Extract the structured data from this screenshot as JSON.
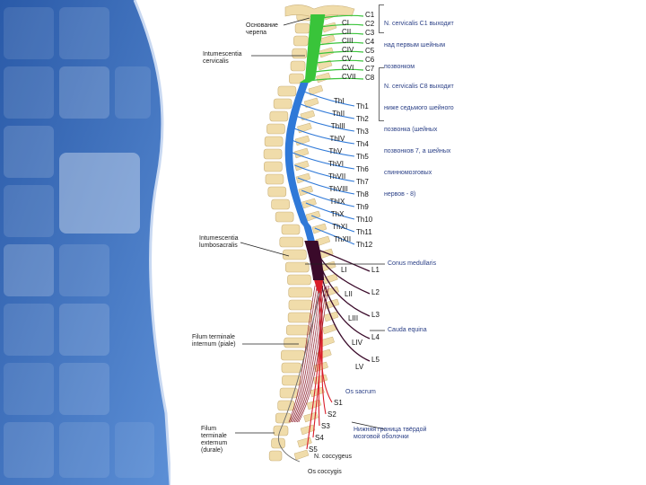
{
  "labels": {
    "osnovanie": [
      "Основание",
      "черепа"
    ],
    "intumescentia_cervicalis": [
      "Intumescentia",
      "cervicalis"
    ],
    "intumescentia_lumbosacralis": [
      "Intumescentia",
      "lumbosacralis"
    ],
    "filum_internum": [
      "Filum terminale",
      "internum (piale)"
    ],
    "filum_externum": [
      "Filum",
      "terminale",
      "externum",
      "(durale)"
    ],
    "conus": "Conus medullaris",
    "cauda": "Cauda equina",
    "os_sacrum": "Os sacrum",
    "lower_border": [
      "Нижняя граница твёрдой",
      "мозговой оболочки"
    ],
    "n_coccygeus": "N. coccygeus",
    "os_coccygis": "Os coccygis"
  },
  "notes": {
    "c1_note": [
      "N. cervicalis C1 выходит",
      "над первым шейным",
      "позвонком"
    ],
    "c8_note": [
      "N. cervicalis C8 выходит",
      "ниже седьмого шейного",
      "позвонка (шейных",
      "позвонков 7, а шейных",
      "спинномозговых",
      "нервов - 8)"
    ]
  },
  "segments": {
    "cervical_vertebrae": [
      "CI",
      "CII",
      "CIII",
      "CIV",
      "CV",
      "CVI",
      "CVII"
    ],
    "cervical_nerves": [
      "C1",
      "C2",
      "C3",
      "C4",
      "C5",
      "C6",
      "C7",
      "C8"
    ],
    "thoracic_vertebrae": [
      "ThI",
      "ThII",
      "ThIII",
      "ThIV",
      "ThV",
      "ThVI",
      "ThVII",
      "ThVIII",
      "ThIX",
      "ThX",
      "ThXI",
      "ThXII"
    ],
    "thoracic_nerves": [
      "Th1",
      "Th2",
      "Th3",
      "Th4",
      "Th5",
      "Th6",
      "Th7",
      "Th8",
      "Th9",
      "Th10",
      "Th11",
      "Th12"
    ],
    "lumbar_vertebrae": [
      "LI",
      "LII",
      "LIII",
      "LIV",
      "LV"
    ],
    "lumbar_nerves": [
      "L1",
      "L2",
      "L3",
      "L4",
      "L5"
    ],
    "sacral_nerves": [
      "S1",
      "S2",
      "S3",
      "S4",
      "S5"
    ]
  },
  "colors": {
    "cervical": "#39c43a",
    "thoracic": "#2f79d8",
    "lumbar": "#3a0a2a",
    "sacral": "#d91e2a",
    "cauda": "#8b1a2a",
    "bone": "#f0dcaa",
    "panel": "#3f6fb8"
  }
}
